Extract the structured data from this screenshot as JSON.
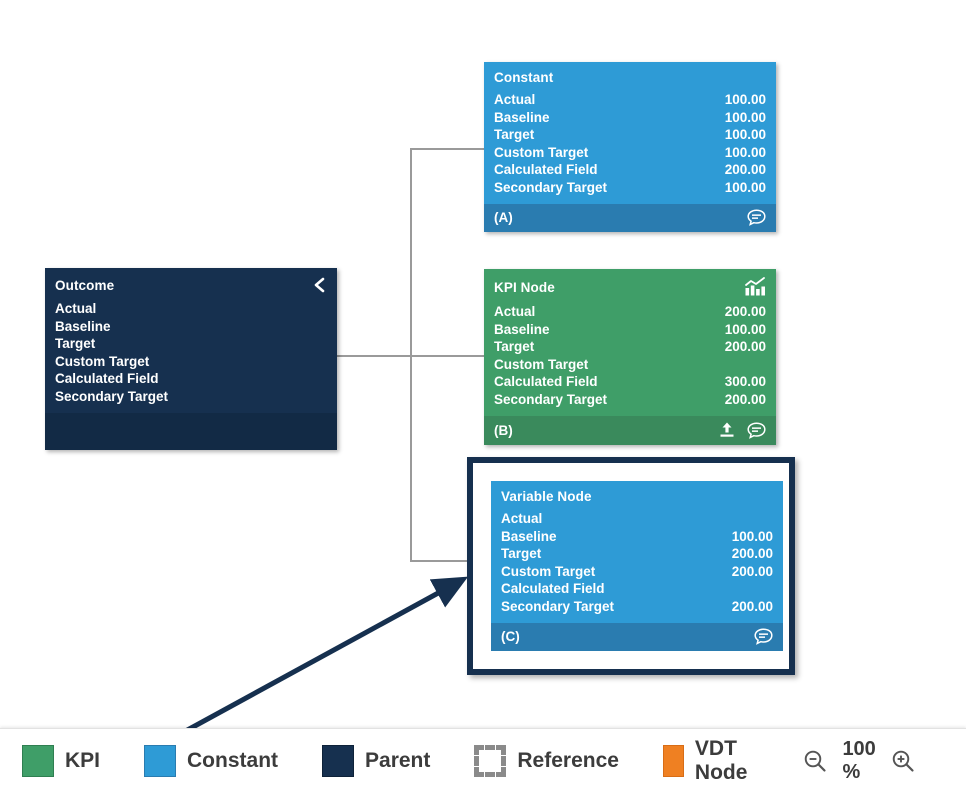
{
  "canvas": {
    "nodes": [
      {
        "id": "outcome",
        "title": "Outcome",
        "type": "parent",
        "header_icon": "chevron-left-icon",
        "footer_label": "",
        "rows": [
          {
            "label": "Actual",
            "value": ""
          },
          {
            "label": "Baseline",
            "value": ""
          },
          {
            "label": "Target",
            "value": ""
          },
          {
            "label": "Custom Target",
            "value": ""
          },
          {
            "label": "Calculated Field",
            "value": ""
          },
          {
            "label": "Secondary Target",
            "value": ""
          }
        ]
      },
      {
        "id": "constant",
        "title": "Constant",
        "type": "constant",
        "header_icon": "",
        "footer_label": "(A)",
        "footer_icons": [
          "comment-icon"
        ],
        "rows": [
          {
            "label": "Actual",
            "value": "100.00"
          },
          {
            "label": "Baseline",
            "value": "100.00"
          },
          {
            "label": "Target",
            "value": "100.00"
          },
          {
            "label": "Custom Target",
            "value": "100.00"
          },
          {
            "label": "Calculated Field",
            "value": "200.00"
          },
          {
            "label": "Secondary Target",
            "value": "100.00"
          }
        ]
      },
      {
        "id": "kpi",
        "title": "KPI Node",
        "type": "kpi",
        "header_icon": "chart-icon",
        "footer_label": "(B)",
        "footer_icons": [
          "publish-icon",
          "comment-icon"
        ],
        "rows": [
          {
            "label": "Actual",
            "value": "200.00"
          },
          {
            "label": "Baseline",
            "value": "100.00"
          },
          {
            "label": "Target",
            "value": "200.00"
          },
          {
            "label": "Custom Target",
            "value": ""
          },
          {
            "label": "Calculated Field",
            "value": "300.00"
          },
          {
            "label": "Secondary Target",
            "value": "200.00"
          }
        ]
      },
      {
        "id": "variable",
        "title": "Variable Node",
        "type": "constant",
        "header_icon": "",
        "footer_label": "(C)",
        "footer_icons": [
          "comment-icon"
        ],
        "selected": true,
        "rows": [
          {
            "label": "Actual",
            "value": ""
          },
          {
            "label": "Baseline",
            "value": "100.00"
          },
          {
            "label": "Target",
            "value": "200.00"
          },
          {
            "label": "Custom Target",
            "value": "200.00"
          },
          {
            "label": "Calculated Field",
            "value": ""
          },
          {
            "label": "Secondary Target",
            "value": "200.00"
          }
        ]
      }
    ]
  },
  "legend": {
    "items": [
      {
        "label": "KPI",
        "swatch": "kpi",
        "color": "#3f9e68"
      },
      {
        "label": "Constant",
        "swatch": "constant",
        "color": "#2e9bd6"
      },
      {
        "label": "Parent",
        "swatch": "parent",
        "color": "#16304f"
      },
      {
        "label": "Reference",
        "swatch": "reference",
        "color": "#8a8a8a"
      },
      {
        "label": "VDT Node",
        "swatch": "vdt",
        "color": "#ef8022"
      }
    ],
    "zoom": {
      "level": "100 %",
      "zoom_out_icon": "zoom-out-icon",
      "zoom_in_icon": "zoom-in-icon"
    }
  },
  "annotation": {
    "color": "#16304f",
    "type": "arrow",
    "points": "from legend area to Variable Node"
  }
}
